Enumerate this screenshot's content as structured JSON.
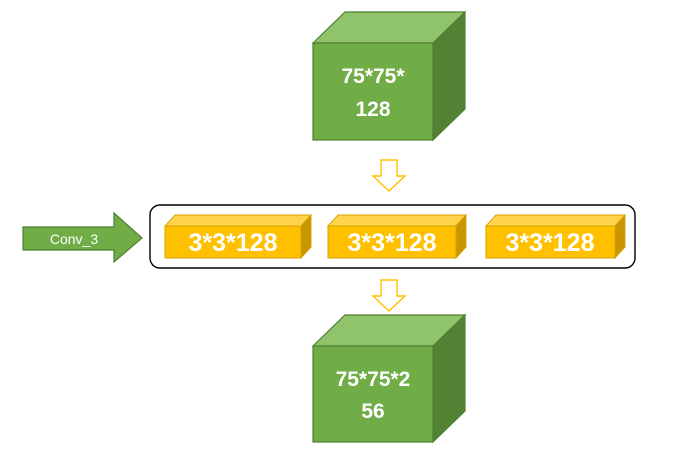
{
  "colors": {
    "cube_front": "#70ad47",
    "cube_top": "#8fc46a",
    "cube_side": "#548235",
    "cube_edge": "#4e7f31",
    "kernel_front": "#ffc000",
    "kernel_top": "#ffd34d",
    "kernel_side": "#c99500",
    "arrow_outline": "#ffc000",
    "frame": "#000000"
  },
  "input_cube": {
    "line1": "75*75*",
    "line2": "128"
  },
  "output_cube": {
    "line1": "75*75*2",
    "line2": "56"
  },
  "conv_arrow": {
    "label": "Conv_3"
  },
  "kernels": [
    {
      "label": "3*3*128"
    },
    {
      "label": "3*3*128"
    },
    {
      "label": "3*3*128"
    }
  ]
}
